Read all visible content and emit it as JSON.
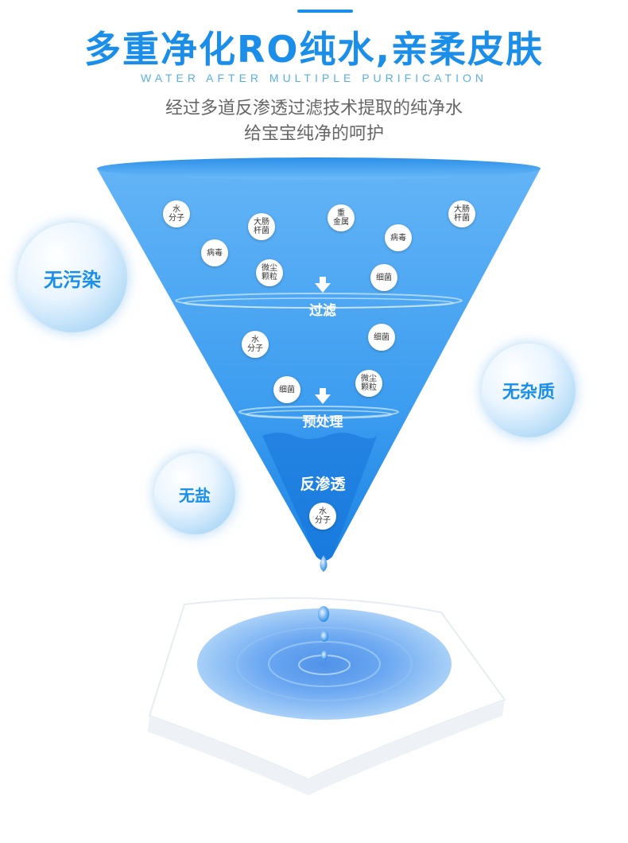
{
  "header": {
    "title": "多重净化RO纯水,亲柔皮肤",
    "subtitle_en": "WATER AFTER MULTIPLE PURIFICATION",
    "desc_line1": "经过多道反渗透过滤技术提取的纯净水",
    "desc_line2": "给宝宝纯净的呵护"
  },
  "bubbles": {
    "left": "无污染",
    "right": "无杂质",
    "bottom": "无盐"
  },
  "funnel": {
    "stage1_particles": [
      "水\n分子",
      "大肠\n杆菌",
      "重\n金属",
      "大肠\n杆菌",
      "病毒",
      "病毒",
      "微尘\n颗粒",
      "细菌"
    ],
    "filter_label": "过滤",
    "stage2_particles": [
      "水\n分子",
      "细菌",
      "细菌",
      "微尘\n颗粒"
    ],
    "pretreat_label": "预处理",
    "ro_label": "反渗透",
    "final_particle": "水\n分子"
  },
  "colors": {
    "accent": "#1a8ee8",
    "funnel_light": "#5fb1f5",
    "funnel_dark": "#1e88e5"
  }
}
